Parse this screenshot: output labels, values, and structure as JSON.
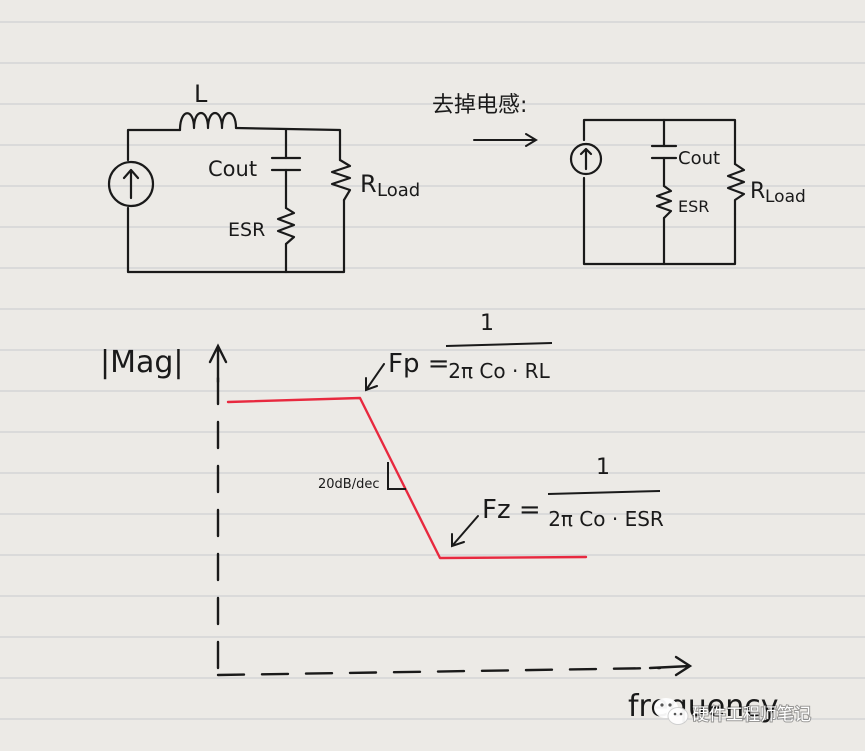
{
  "circuit_left": {
    "inductor_label": "L",
    "capacitor_label": "Cout",
    "esr_label": "ESR",
    "load_label": "R",
    "load_subscript": "Load"
  },
  "transform": {
    "label": "去掉电感:"
  },
  "circuit_right": {
    "capacitor_label": "Cout",
    "esr_label": "ESR",
    "load_label": "R",
    "load_subscript": "Load"
  },
  "bode": {
    "y_axis_label": "|Mag|",
    "x_axis_label": "frequency",
    "slope_label": "20dB/dec",
    "pole": {
      "lhs": "Fp =",
      "numerator": "1",
      "denominator": "2π Co · RL"
    },
    "zero": {
      "lhs": "Fz =",
      "numerator": "1",
      "denominator": "2π Co · ESR"
    },
    "curve_color": "#e8293f",
    "ink_color": "#1a1a1a"
  },
  "watermark": {
    "text": "硬件工程师笔记",
    "icon": "wechat-icon"
  }
}
